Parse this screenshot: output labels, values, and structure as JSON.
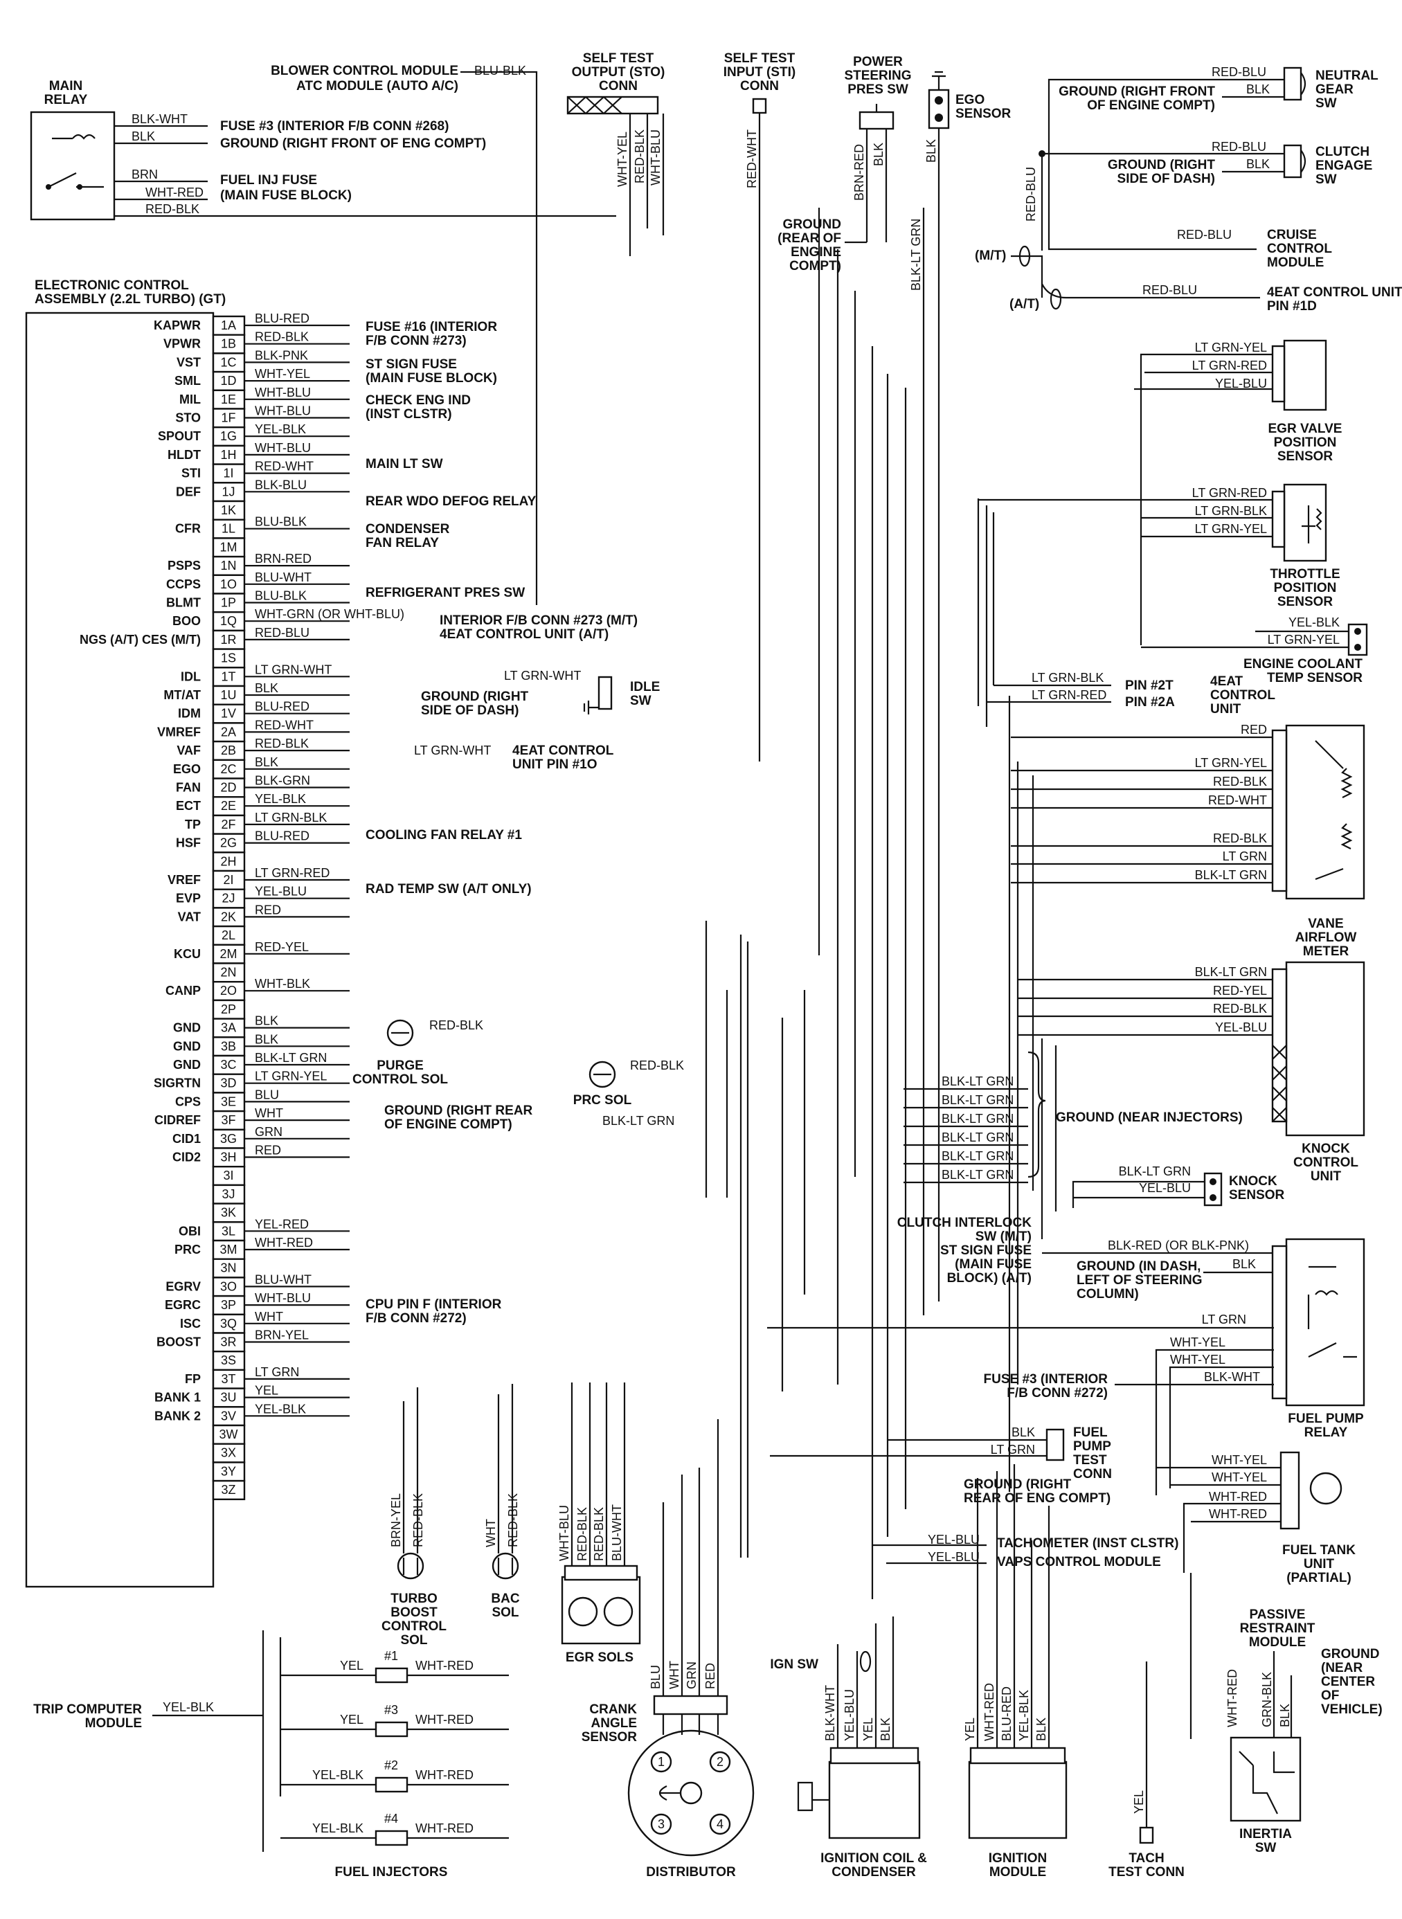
{
  "main_relay": {
    "title_1": "MAIN",
    "title_2": "RELAY",
    "wires": [
      "BLK-WHT",
      "BLK",
      "BRN",
      "WHT-RED",
      "RED-BLK"
    ],
    "dest": [
      "FUSE #3 (INTERIOR F/B CONN #268)",
      "GROUND (RIGHT FRONT OF ENG COMPT)",
      "FUEL INJ FUSE",
      "(MAIN FUSE BLOCK)"
    ]
  },
  "top_components": {
    "blower_1": "BLOWER CONTROL MODULE",
    "blower_2": "ATC MODULE (AUTO A/C)",
    "blower_wire": "BLU-BLK",
    "sto_1": "SELF TEST",
    "sto_2": "OUTPUT (STO)",
    "sto_3": "CONN",
    "sto_wires": [
      "WHT-YEL",
      "RED-BLK",
      "WHT-BLU"
    ],
    "sti_1": "SELF TEST",
    "sti_2": "INPUT (STI)",
    "sti_3": "CONN",
    "sti_wire": "RED-WHT",
    "ps_1": "POWER",
    "ps_2": "STEERING",
    "ps_3": "PRES SW",
    "ps_wires": [
      "BRN-RED",
      "BLK"
    ],
    "ego_1": "EGO",
    "ego_2": "SENSOR",
    "ego_wire": "BLK",
    "gnd_rear_1": "GROUND",
    "gnd_rear_2": "(REAR OF",
    "gnd_rear_3": "ENGINE",
    "gnd_rear_4": "COMPT)",
    "blk_ltgrn": "BLK-LT GRN"
  },
  "ecu": {
    "title_1": "ELECTRONIC CONTROL",
    "title_2": "ASSEMBLY (2.2L TURBO) (GT)"
  },
  "pins": [
    {
      "sig": "KAPWR",
      "pin": "1A",
      "wire": "BLU-RED"
    },
    {
      "sig": "VPWR",
      "pin": "1B",
      "wire": "RED-BLK"
    },
    {
      "sig": "VST",
      "pin": "1C",
      "wire": "BLK-PNK"
    },
    {
      "sig": "SML",
      "pin": "1D",
      "wire": "WHT-YEL"
    },
    {
      "sig": "MIL",
      "pin": "1E",
      "wire": "WHT-BLU"
    },
    {
      "sig": "STO",
      "pin": "1F",
      "wire": "WHT-BLU"
    },
    {
      "sig": "SPOUT",
      "pin": "1G",
      "wire": "YEL-BLK"
    },
    {
      "sig": "HLDT",
      "pin": "1H",
      "wire": "WHT-BLU"
    },
    {
      "sig": "STI",
      "pin": "1I",
      "wire": "RED-WHT"
    },
    {
      "sig": "DEF",
      "pin": "1J",
      "wire": "BLK-BLU"
    },
    {
      "sig": "",
      "pin": "1K",
      "wire": ""
    },
    {
      "sig": "CFR",
      "pin": "1L",
      "wire": "BLU-BLK"
    },
    {
      "sig": "",
      "pin": "1M",
      "wire": ""
    },
    {
      "sig": "PSPS",
      "pin": "1N",
      "wire": "BRN-RED"
    },
    {
      "sig": "CCPS",
      "pin": "1O",
      "wire": "BLU-WHT"
    },
    {
      "sig": "BLMT",
      "pin": "1P",
      "wire": "BLU-BLK"
    },
    {
      "sig": "BOO",
      "pin": "1Q",
      "wire": "WHT-GRN (OR WHT-BLU)"
    },
    {
      "sig": "NGS (A/T) CES (M/T)",
      "pin": "1R",
      "wire": "RED-BLU"
    },
    {
      "sig": "",
      "pin": "1S",
      "wire": ""
    },
    {
      "sig": "IDL",
      "pin": "1T",
      "wire": "LT GRN-WHT"
    },
    {
      "sig": "MT/AT",
      "pin": "1U",
      "wire": "BLK"
    },
    {
      "sig": "IDM",
      "pin": "1V",
      "wire": "BLU-RED"
    },
    {
      "sig": "VMREF",
      "pin": "2A",
      "wire": "RED-WHT"
    },
    {
      "sig": "VAF",
      "pin": "2B",
      "wire": "RED-BLK"
    },
    {
      "sig": "EGO",
      "pin": "2C",
      "wire": "BLK"
    },
    {
      "sig": "FAN",
      "pin": "2D",
      "wire": "BLK-GRN"
    },
    {
      "sig": "ECT",
      "pin": "2E",
      "wire": "YEL-BLK"
    },
    {
      "sig": "TP",
      "pin": "2F",
      "wire": "LT GRN-BLK"
    },
    {
      "sig": "HSF",
      "pin": "2G",
      "wire": "BLU-RED"
    },
    {
      "sig": "",
      "pin": "2H",
      "wire": ""
    },
    {
      "sig": "VREF",
      "pin": "2I",
      "wire": "LT GRN-RED"
    },
    {
      "sig": "EVP",
      "pin": "2J",
      "wire": "YEL-BLU"
    },
    {
      "sig": "VAT",
      "pin": "2K",
      "wire": "RED"
    },
    {
      "sig": "",
      "pin": "2L",
      "wire": ""
    },
    {
      "sig": "KCU",
      "pin": "2M",
      "wire": "RED-YEL"
    },
    {
      "sig": "",
      "pin": "2N",
      "wire": ""
    },
    {
      "sig": "CANP",
      "pin": "2O",
      "wire": "WHT-BLK"
    },
    {
      "sig": "",
      "pin": "2P",
      "wire": ""
    },
    {
      "sig": "GND",
      "pin": "3A",
      "wire": "BLK"
    },
    {
      "sig": "GND",
      "pin": "3B",
      "wire": "BLK"
    },
    {
      "sig": "GND",
      "pin": "3C",
      "wire": "BLK-LT GRN"
    },
    {
      "sig": "SIGRTN",
      "pin": "3D",
      "wire": "LT GRN-YEL"
    },
    {
      "sig": "CPS",
      "pin": "3E",
      "wire": "BLU"
    },
    {
      "sig": "CIDREF",
      "pin": "3F",
      "wire": "WHT"
    },
    {
      "sig": "CID1",
      "pin": "3G",
      "wire": "GRN"
    },
    {
      "sig": "CID2",
      "pin": "3H",
      "wire": "RED"
    },
    {
      "sig": "",
      "pin": "3I",
      "wire": ""
    },
    {
      "sig": "",
      "pin": "3J",
      "wire": ""
    },
    {
      "sig": "",
      "pin": "3K",
      "wire": ""
    },
    {
      "sig": "OBI",
      "pin": "3L",
      "wire": "YEL-RED"
    },
    {
      "sig": "PRC",
      "pin": "3M",
      "wire": "WHT-RED"
    },
    {
      "sig": "",
      "pin": "3N",
      "wire": ""
    },
    {
      "sig": "EGRV",
      "pin": "3O",
      "wire": "BLU-WHT"
    },
    {
      "sig": "EGRC",
      "pin": "3P",
      "wire": "WHT-BLU"
    },
    {
      "sig": "ISC",
      "pin": "3Q",
      "wire": "WHT"
    },
    {
      "sig": "BOOST",
      "pin": "3R",
      "wire": "BRN-YEL"
    },
    {
      "sig": "",
      "pin": "3S",
      "wire": ""
    },
    {
      "sig": "FP",
      "pin": "3T",
      "wire": "LT GRN"
    },
    {
      "sig": "BANK 1",
      "pin": "3U",
      "wire": "YEL"
    },
    {
      "sig": "BANK 2",
      "pin": "3V",
      "wire": "YEL-BLK"
    },
    {
      "sig": "",
      "pin": "3W",
      "wire": ""
    },
    {
      "sig": "",
      "pin": "3X",
      "wire": ""
    },
    {
      "sig": "",
      "pin": "3Y",
      "wire": ""
    },
    {
      "sig": "",
      "pin": "3Z",
      "wire": ""
    }
  ],
  "pin_dest": {
    "fuse16_1": "FUSE #16 (INTERIOR",
    "fuse16_2": "F/B CONN #273)",
    "stsign_1": "ST SIGN FUSE",
    "stsign_2": "(MAIN FUSE BLOCK)",
    "checkeng_1": "CHECK ENG IND",
    "checkeng_2": "(INST CLSTR)",
    "mainlt": "MAIN LT SW",
    "rearwdo": "REAR WDO DEFOG RELAY",
    "cond_1": "CONDENSER",
    "cond_2": "FAN RELAY",
    "refrig": "REFRIGERANT PRES SW",
    "boo_1": "INTERIOR F/B CONN #273 (M/T)",
    "boo_2": "4EAT CONTROL UNIT (A/T)",
    "idl_wire2": "LT GRN-WHT",
    "gnd_dash_1": "GROUND (RIGHT",
    "gnd_dash_2": "SIDE OF DASH)",
    "idle_1": "IDLE",
    "idle_2": "SW",
    "idm_wire2": "LT GRN-WHT",
    "eat10_1": "4EAT CONTROL",
    "eat10_2": "UNIT PIN #1O",
    "coolfan": "COOLING FAN RELAY #1",
    "radtemp": "RAD TEMP SW (A/T ONLY)",
    "canp_wire2": "RED-BLK",
    "purge_1": "PURGE",
    "purge_2": "CONTROL SOL",
    "prc_1": "PRC SOL",
    "prc_wire": "RED-BLK",
    "prc_blk": "BLK-LT GRN",
    "gnd_eng_1": "GROUND (RIGHT REAR",
    "gnd_eng_2": "OF ENGINE COMPT)",
    "cpu_1": "CPU PIN F (INTERIOR",
    "cpu_2": "F/B CONN #272)"
  },
  "right_side": {
    "neutral_wire": "RED-BLU",
    "neutral_gnd_1": "GROUND (RIGHT FRONT",
    "neutral_gnd_2": "OF ENGINE COMPT)",
    "neutral_blk": "BLK",
    "neutral_1": "NEUTRAL",
    "neutral_2": "GEAR",
    "neutral_3": "SW",
    "clutch_wire": "RED-BLU",
    "clutch_gnd_1": "GROUND (RIGHT",
    "clutch_gnd_2": "SIDE OF DASH)",
    "clutch_blk": "BLK",
    "clutch_1": "CLUTCH",
    "clutch_2": "ENGAGE",
    "clutch_3": "SW",
    "redblu_v": "RED-BLU",
    "cruise_wire": "RED-BLU",
    "cruise_1": "CRUISE",
    "cruise_2": "CONTROL",
    "cruise_3": "MODULE",
    "mt": "(M/T)",
    "at": "(A/T)",
    "eat1d_wire": "RED-BLU",
    "eat1d_1": "4EAT CONTROL UNIT",
    "eat1d_2": "PIN #1D",
    "egr_wires": [
      "LT GRN-YEL",
      "LT GRN-RED",
      "YEL-BLU"
    ],
    "egr_1": "EGR VALVE",
    "egr_2": "POSITION",
    "egr_3": "SENSOR",
    "tp_wires": [
      "LT GRN-RED",
      "LT GRN-BLK",
      "LT GRN-YEL"
    ],
    "tp_1": "THROTTLE",
    "tp_2": "POSITION",
    "tp_3": "SENSOR",
    "ect_wires": [
      "YEL-BLK",
      "LT GRN-YEL"
    ],
    "ect_1": "ENGINE COOLANT",
    "ect_2": "TEMP SENSOR",
    "eat_w1": "LT GRN-BLK",
    "eat_w2": "LT GRN-RED",
    "eat_p1": "PIN #2T",
    "eat_p2": "PIN #2A",
    "eat_1": "4EAT",
    "eat_2": "CONTROL",
    "eat_3": "UNIT",
    "vaf_wires": [
      "RED",
      "LT GRN-YEL",
      "RED-BLK",
      "RED-WHT",
      "RED-BLK",
      "LT GRN",
      "BLK-LT GRN"
    ],
    "vaf_1": "VANE",
    "vaf_2": "AIRFLOW",
    "vaf_3": "METER",
    "kcu_wires": [
      "BLK-LT GRN",
      "RED-YEL",
      "RED-BLK",
      "YEL-BLU"
    ],
    "kcu_1": "KNOCK",
    "kcu_2": "CONTROL",
    "kcu_3": "UNIT",
    "inj_gnd_wires": [
      "BLK-LT GRN",
      "BLK-LT GRN",
      "BLK-LT GRN",
      "BLK-LT GRN",
      "BLK-LT GRN",
      "BLK-LT GRN"
    ],
    "inj_gnd": "GROUND (NEAR INJECTORS)",
    "knock_wires": [
      "BLK-LT GRN",
      "YEL-BLU"
    ],
    "knock_1": "KNOCK",
    "knock_2": "SENSOR",
    "ci_1": "CLUTCH INTERLOCK",
    "ci_2": "SW (M/T)",
    "ci_3": "ST SIGN FUSE",
    "ci_4": "(MAIN FUSE",
    "ci_5": "BLOCK) (A/T)",
    "fp_wire1": "BLK-RED (OR BLK-PNK)",
    "fp_gnd_1": "GROUND (IN DASH,",
    "fp_gnd_2": "LEFT OF STEERING",
    "fp_gnd_3": "COLUMN)",
    "fp_blk": "BLK",
    "fp_ltgrn": "LT GRN",
    "fp_wy1": "WHT-YEL",
    "fp_wy2": "WHT-YEL",
    "fp_bw": "BLK-WHT",
    "fuse3_1": "FUSE #3 (INTERIOR",
    "fuse3_2": "F/B CONN #272)",
    "fpr_1": "FUEL PUMP",
    "fpr_2": "RELAY",
    "fptc_blk": "BLK",
    "fptc_lg": "LT GRN",
    "fptc_1": "FUEL",
    "fptc_2": "PUMP",
    "fptc_3": "TEST",
    "fptc_4": "CONN",
    "gnd_rr_1": "GROUND (RIGHT",
    "gnd_rr_2": "REAR OF ENG COMPT)",
    "tach_wire": "YEL-BLU",
    "tach": "TACHOMETER (INST CLSTR)",
    "vaps_wire": "YEL-BLU",
    "vaps": "VAPS CONTROL MODULE",
    "ftu_wires": [
      "WHT-YEL",
      "WHT-YEL",
      "WHT-RED",
      "WHT-RED"
    ],
    "ftu_1": "FUEL TANK",
    "ftu_2": "UNIT",
    "ftu_3": "(PARTIAL)",
    "prm_1": "PASSIVE",
    "prm_2": "RESTRAINT",
    "prm_3": "MODULE",
    "gndv_1": "GROUND",
    "gndv_2": "(NEAR",
    "gndv_3": "CENTER",
    "gndv_4": "OF",
    "gndv_5": "VEHICLE)",
    "inertia_wires": [
      "WHT-RED",
      "GRN-BLK",
      "BLK"
    ],
    "inertia_1": "INERTIA",
    "inertia_2": "SW"
  },
  "bottom": {
    "turbo_wires": [
      "BRN-YEL",
      "RED-BLK"
    ],
    "turbo_1": "TURBO",
    "turbo_2": "BOOST",
    "turbo_3": "CONTROL",
    "turbo_4": "SOL",
    "bac_wires": [
      "WHT",
      "RED-BLK"
    ],
    "bac_1": "BAC",
    "bac_2": "SOL",
    "egr_wires": [
      "WHT-BLU",
      "RED-BLK",
      "RED-BLK",
      "BLU-WHT"
    ],
    "egr_sols": "EGR SOLS",
    "trip_1": "TRIP COMPUTER",
    "trip_2": "MODULE",
    "trip_wire": "YEL-BLK",
    "inj": [
      {
        "n": "#1",
        "l": "YEL",
        "r": "WHT-RED"
      },
      {
        "n": "#3",
        "l": "YEL",
        "r": "WHT-RED"
      },
      {
        "n": "#2",
        "l": "YEL-BLK",
        "r": "WHT-RED"
      },
      {
        "n": "#4",
        "l": "YEL-BLK",
        "r": "WHT-RED"
      }
    ],
    "fuel_inj": "FUEL INJECTORS",
    "cas_wires": [
      "BLU",
      "WHT",
      "GRN",
      "RED"
    ],
    "cas_1": "CRANK",
    "cas_2": "ANGLE",
    "cas_3": "SENSOR",
    "dist_pins": [
      "1",
      "2",
      "3",
      "4"
    ],
    "distributor": "DISTRIBUTOR",
    "ign_sw": "IGN SW",
    "coil_wires": [
      "BLK-WHT",
      "YEL-BLU",
      "YEL",
      "BLK"
    ],
    "coil_1": "IGNITION COIL &",
    "coil_2": "CONDENSER",
    "mod_wires": [
      "YEL",
      "WHT-RED",
      "BLU-RED",
      "YEL-BLK",
      "BLK"
    ],
    "mod_1": "IGNITION",
    "mod_2": "MODULE",
    "tach_wire": "YEL",
    "tach_1": "TACH",
    "tach_2": "TEST CONN"
  }
}
